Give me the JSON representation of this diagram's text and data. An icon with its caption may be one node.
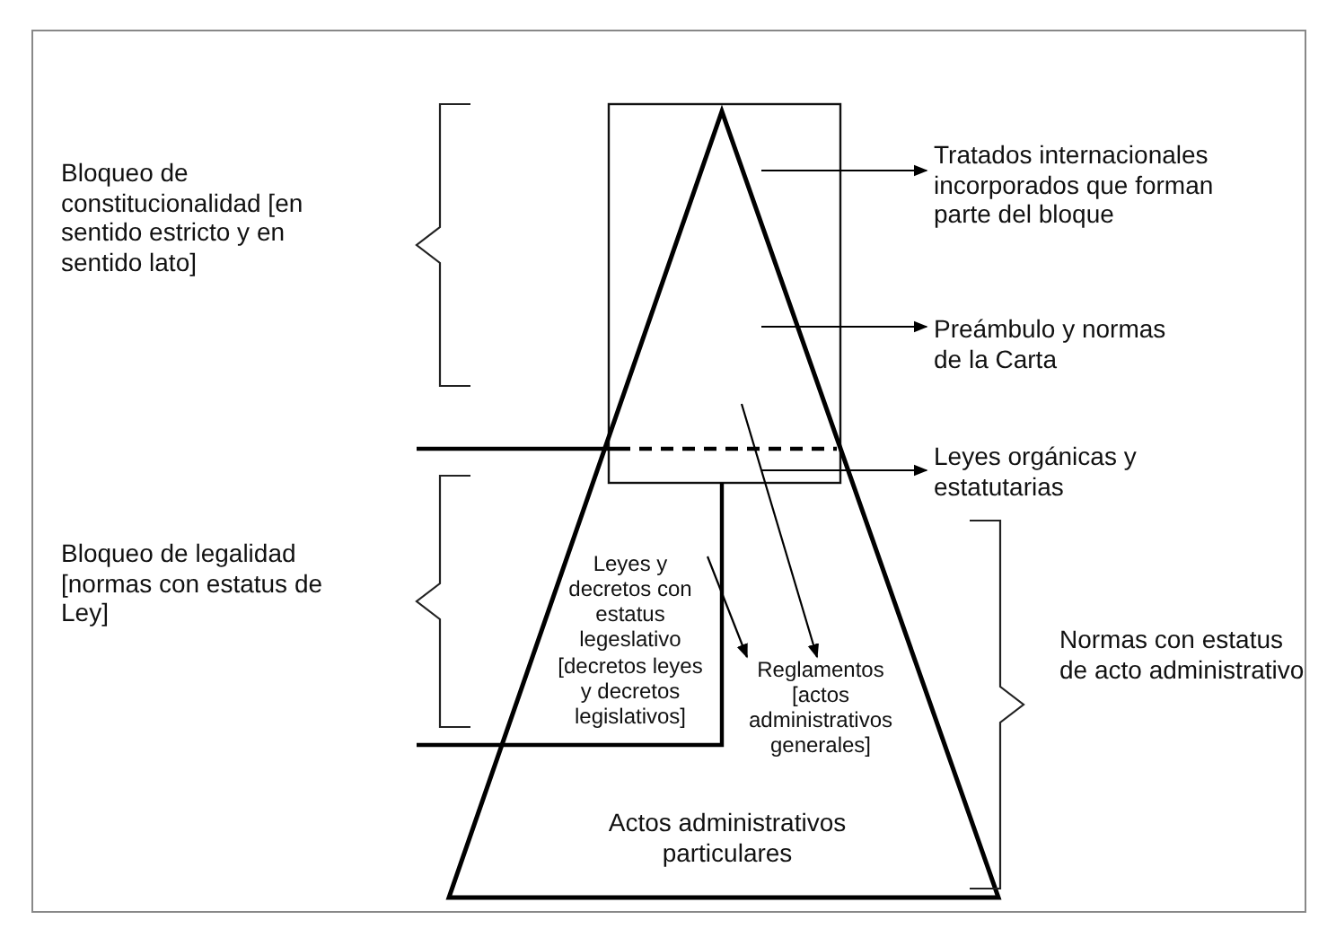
{
  "diagram": {
    "nodes": [
      {
        "text": [
          "Tratados internacionales incorporados que forman parte del bloque"
        ]
      },
      {
        "text": [
          "Preámbulo y normas de la Carta"
        ]
      },
      {
        "text": [
          "Leyes orgánicas y estatutarias"
        ]
      },
      {
        "text": [
          "Leyes y decretos con estatus legeslativo [decretos leyes y decretos legislativos]"
        ]
      },
      {
        "text": [
          "Reglamentos [actos administrativos generales]"
        ]
      }
    ],
    "edges": [
      {
        "from": null,
        "to": 0,
        "arrow": "to"
      },
      {
        "from": null,
        "to": 1,
        "arrow": "to"
      },
      {
        "from": null,
        "to": 2,
        "arrow": "to"
      },
      {
        "from": null,
        "to": 4,
        "arrow": "to"
      },
      {
        "from": 3,
        "to": 4,
        "arrow": "to"
      }
    ],
    "labels": [
      "Bloqueo de constitucionalidad [en sentido estricto y en sentido lato]",
      "Bloqueo de legalidad [normas con estatus de Ley]",
      "Normas con estatus de acto administrativo",
      "Actos administrativos particulares"
    ]
  }
}
